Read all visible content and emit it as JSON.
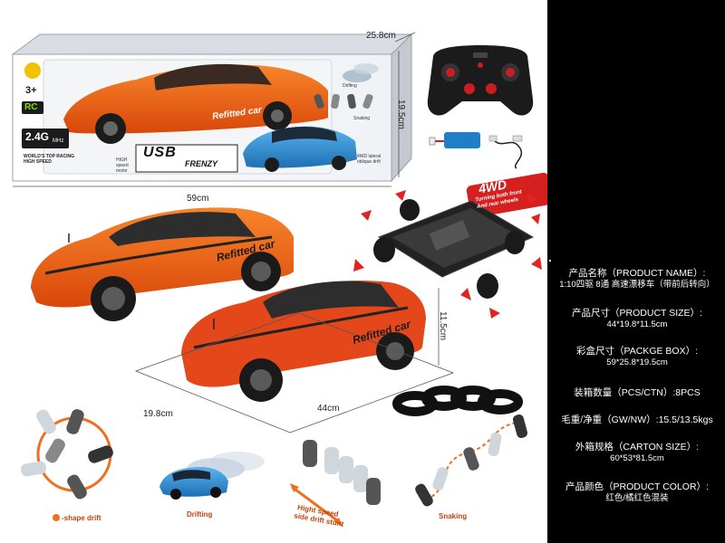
{
  "colors": {
    "car_orange": "#ee5a10",
    "car_orange_light": "#f7852b",
    "car_blue": "#2f8fd6",
    "spec_background": "#000000",
    "spec_text": "#ffffff",
    "caption_accent": "#c2410c"
  },
  "box": {
    "dimension_length": "59cm",
    "dimension_depth": "25.8cm",
    "dimension_height": "19.5cm",
    "age_badge": "3+",
    "rc_badge": "RC",
    "frequency_value": "2.4G",
    "frequency_unit": "MHz",
    "tagline": "WORLD'S TOP RACING HIGH SPEED",
    "brand_line1": "USB",
    "brand_line2": "FRENZY",
    "car_text": "Refitted car",
    "callout_drifting": "Drifting",
    "callout_snaking": "Snaking",
    "callout_4wd": "4WD lateral oblique drift",
    "callout_motor": "HIGH speed motor"
  },
  "car": {
    "decal": "Refitted car",
    "decal2": "Refitted car",
    "dimension_length": "44cm",
    "dimension_width": "19.8cm",
    "dimension_height": "11.5cm"
  },
  "chassis": {
    "badge_title": "4WD",
    "badge_line1": "Turning both front",
    "badge_line2": "And rear wheels"
  },
  "demos": [
    {
      "caption": "-shape drift",
      "icon": "o-shape-drift-icon"
    },
    {
      "caption": "Drifting",
      "icon": "drifting-icon"
    },
    {
      "caption_line1": "Hight speed",
      "caption_line2": "side drift stunt",
      "icon": "side-drift-icon"
    },
    {
      "caption": "Snaking",
      "icon": "snaking-icon"
    }
  ],
  "specs": [
    {
      "label": "产品名称（PRODUCT NAME）:",
      "value": "1:10四驱 8通 高速漂移车（带前后转向）"
    },
    {
      "label": "产品尺寸（PRODUCT SIZE）:",
      "value": "44*19.8*11.5cm"
    },
    {
      "label": "彩盒尺寸（PACKGE BOX）:",
      "value": "59*25.8*19.5cm"
    },
    {
      "label": "装箱数量（PCS/CTN）:8PCS",
      "value": ""
    },
    {
      "label": "毛重/净重（GW/NW）:15.5/13.5kgs",
      "value": ""
    },
    {
      "label": "外箱规格（CARTON SIZE）:",
      "value": "60*53*81.5cm"
    },
    {
      "label": "产品颜色（PRODUCT COLOR）:",
      "value": "红色/橘红色混装"
    }
  ]
}
